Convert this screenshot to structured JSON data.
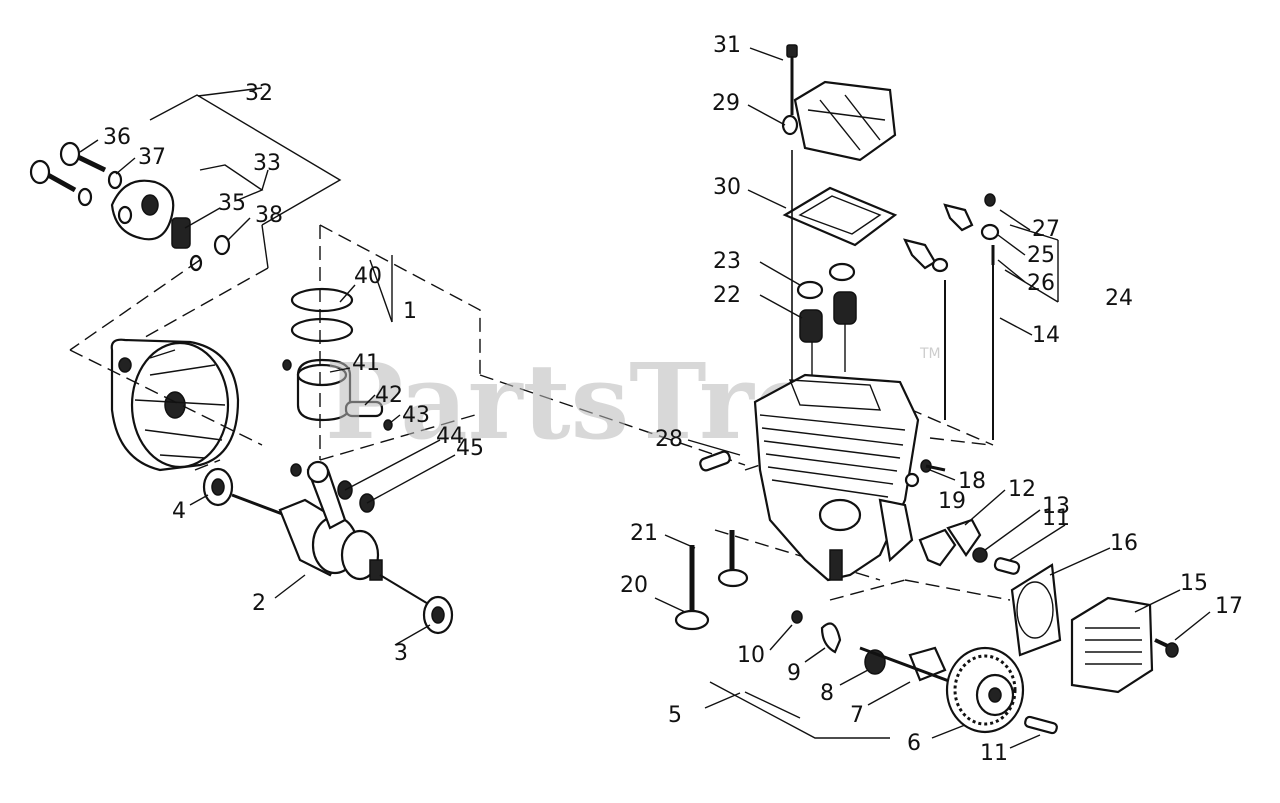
{
  "watermark": {
    "text": "PartsTree",
    "trademark": "TM"
  },
  "callouts": [
    {
      "id": "c1",
      "label": "1"
    },
    {
      "id": "c2",
      "label": "2"
    },
    {
      "id": "c3",
      "label": "3"
    },
    {
      "id": "c4",
      "label": "4"
    },
    {
      "id": "c5",
      "label": "5"
    },
    {
      "id": "c6",
      "label": "6"
    },
    {
      "id": "c7",
      "label": "7"
    },
    {
      "id": "c8",
      "label": "8"
    },
    {
      "id": "c9",
      "label": "9"
    },
    {
      "id": "c10",
      "label": "10"
    },
    {
      "id": "c11a",
      "label": "11"
    },
    {
      "id": "c11b",
      "label": "11"
    },
    {
      "id": "c12",
      "label": "12"
    },
    {
      "id": "c13",
      "label": "13"
    },
    {
      "id": "c14",
      "label": "14"
    },
    {
      "id": "c15",
      "label": "15"
    },
    {
      "id": "c16",
      "label": "16"
    },
    {
      "id": "c17",
      "label": "17"
    },
    {
      "id": "c18",
      "label": "18"
    },
    {
      "id": "c19",
      "label": "19"
    },
    {
      "id": "c20",
      "label": "20"
    },
    {
      "id": "c21",
      "label": "21"
    },
    {
      "id": "c22",
      "label": "22"
    },
    {
      "id": "c23",
      "label": "23"
    },
    {
      "id": "c24",
      "label": "24"
    },
    {
      "id": "c25",
      "label": "25"
    },
    {
      "id": "c26",
      "label": "26"
    },
    {
      "id": "c27",
      "label": "27"
    },
    {
      "id": "c28",
      "label": "28"
    },
    {
      "id": "c29",
      "label": "29"
    },
    {
      "id": "c30",
      "label": "30"
    },
    {
      "id": "c31",
      "label": "31"
    },
    {
      "id": "c32",
      "label": "32"
    },
    {
      "id": "c33",
      "label": "33"
    },
    {
      "id": "c35",
      "label": "35"
    },
    {
      "id": "c36",
      "label": "36"
    },
    {
      "id": "c37",
      "label": "37"
    },
    {
      "id": "c38",
      "label": "38"
    },
    {
      "id": "c40",
      "label": "40"
    },
    {
      "id": "c41",
      "label": "41"
    },
    {
      "id": "c42",
      "label": "42"
    },
    {
      "id": "c43",
      "label": "43"
    },
    {
      "id": "c44",
      "label": "44"
    },
    {
      "id": "c45",
      "label": "45"
    }
  ]
}
